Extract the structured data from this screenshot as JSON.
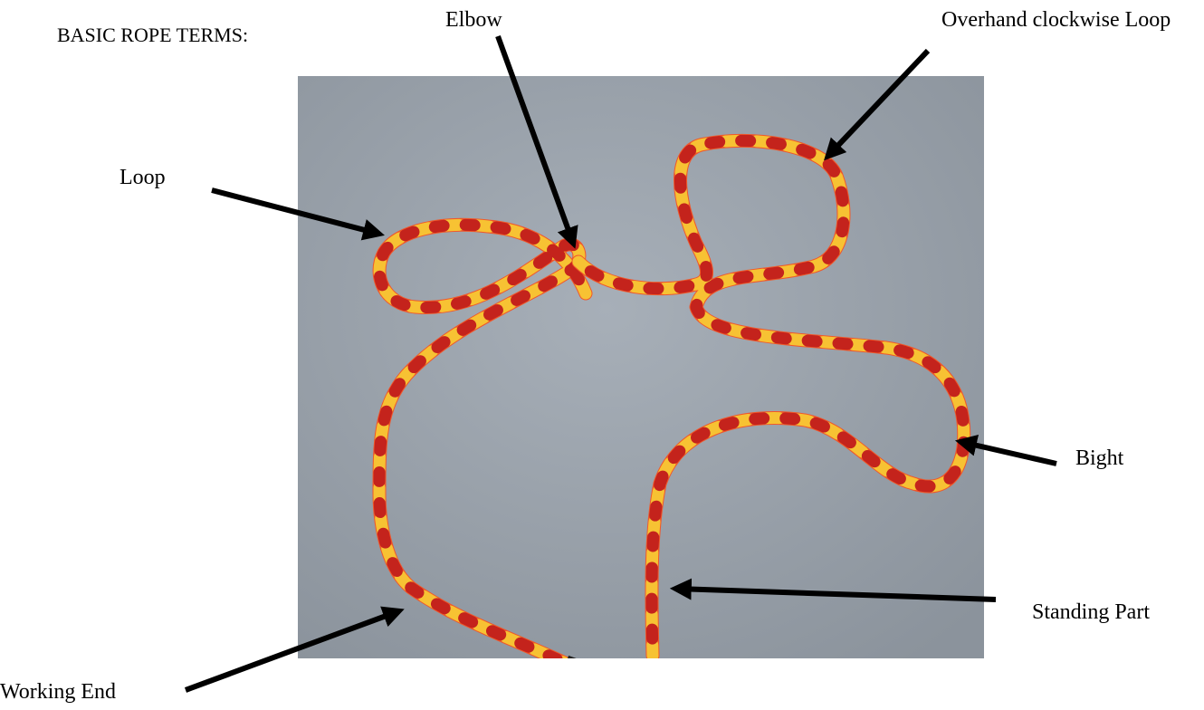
{
  "heading": "BASIC ROPE TERMS:",
  "labels": {
    "elbow": "Elbow",
    "overhand_loop": "Overhand clockwise Loop",
    "loop": "Loop",
    "bight": "Bight",
    "standing_part": "Standing Part",
    "working_end": "Working End"
  },
  "colors": {
    "background": "#ffffff",
    "photo_surface": "#9aa3ad",
    "rope_base": "#f0572a",
    "rope_stripe_yellow": "#f7c233",
    "rope_stripe_red": "#c4231c",
    "arrow": "#000000"
  }
}
